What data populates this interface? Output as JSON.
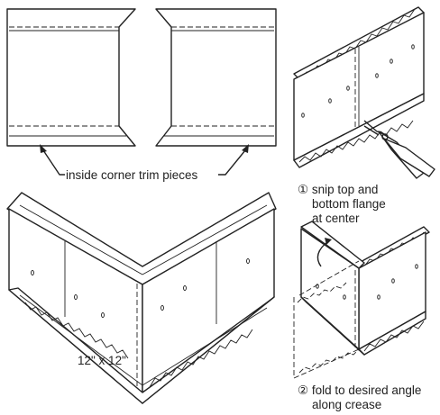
{
  "labels": {
    "trim_pieces": "inside corner trim pieces",
    "size": "12\" x 12\"",
    "step1_line1": "① snip top and",
    "step1_line2": "bottom flange",
    "step1_line3": "at center",
    "step2_line1": "② fold to desired angle",
    "step2_line2": "along crease"
  },
  "colors": {
    "ink": "#222222",
    "paper": "#ffffff"
  },
  "icons": [
    "tin-snips-icon",
    "fold-arrow-icon"
  ]
}
